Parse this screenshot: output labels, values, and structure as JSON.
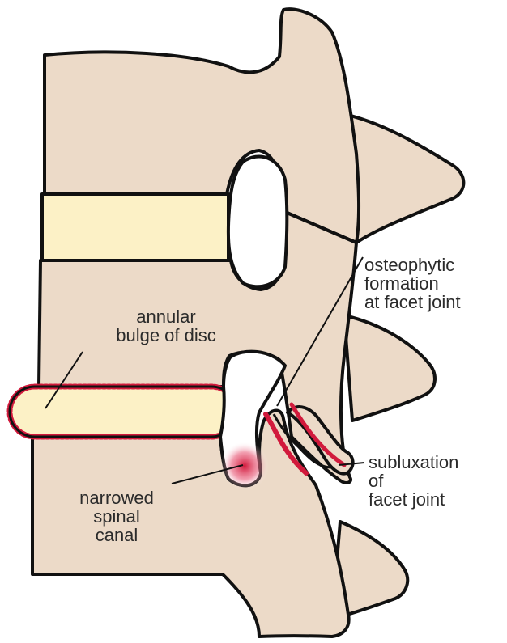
{
  "labels": {
    "osteophytic": [
      "osteophytic",
      "formation",
      "at facet joint"
    ],
    "annular": [
      "annular",
      "bulge of disc"
    ],
    "subluxation": [
      "subluxation",
      "of",
      "facet joint"
    ],
    "narrowed": [
      "narrowed",
      "spinal",
      "canal"
    ]
  },
  "colors": {
    "bone": "#ecdac8",
    "disc": "#fcf1c6",
    "outline": "#111111",
    "inflammation": "#d11a3c",
    "text": "#2b2b2b"
  }
}
